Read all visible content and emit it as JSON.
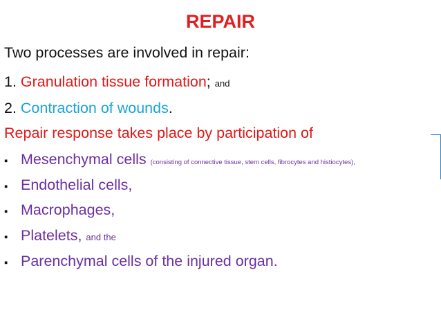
{
  "title": "REPAIR",
  "intro": "Two processes are involved in repair:",
  "process1": {
    "num": "1. ",
    "text": "Granulation tissue formation",
    "suffix": "; ",
    "tail": "and"
  },
  "process2": {
    "num": "2. ",
    "text": "Contraction of wounds",
    "suffix": "."
  },
  "response": "Repair response takes place by participation of",
  "bullet_glyph": "▪",
  "items": [
    {
      "label": "Mesenchymal cells ",
      "note": "(consisting of connective tissue, stem cells, fibrocytes and histiocytes),"
    },
    {
      "label": "Endothelial cells,"
    },
    {
      "label": "Macrophages,"
    },
    {
      "label": "Platelets, ",
      "note": "and the"
    },
    {
      "label": "Parenchymal cells of the injured organ."
    }
  ],
  "colors": {
    "red": "#e01818",
    "cyan": "#1aa4d6",
    "purple": "#6b2fa0"
  }
}
